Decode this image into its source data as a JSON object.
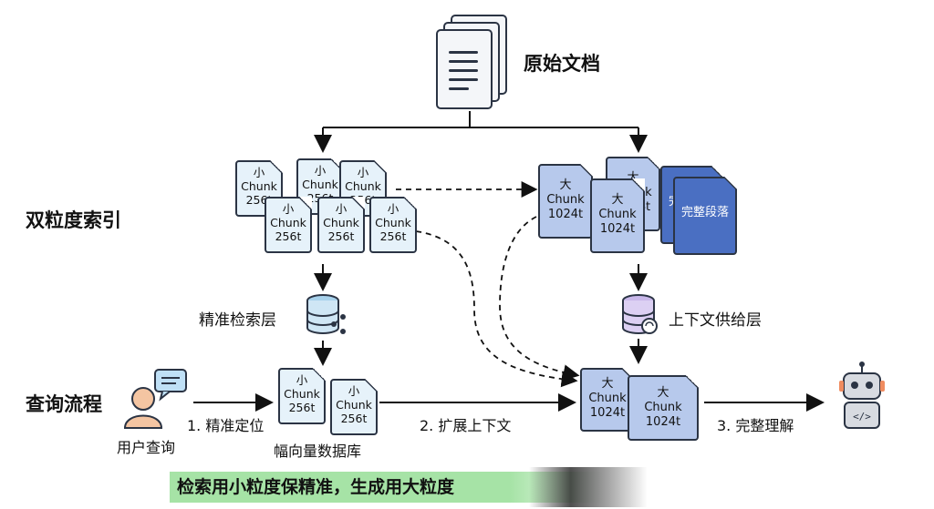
{
  "title_doc": "原始文档",
  "row_labels": {
    "dual_index": "双粒度索引",
    "query_flow": "查询流程"
  },
  "layers": {
    "precise": "精准检索层",
    "context": "上下文供给层"
  },
  "small_chunk": {
    "head": "小",
    "word": "Chunk",
    "size": "256t"
  },
  "large_chunk": {
    "head": "大",
    "word": "Chunk",
    "size": "1024t"
  },
  "paragraph": "完整段落",
  "steps": {
    "s1": "1. 精准定位",
    "s2": "2. 扩展上下文",
    "s3": "3. 完整理解"
  },
  "user_label": "用户查询",
  "vector_db": "幅向量数据库",
  "banner": "检索用小粒度保精准，生成用大粒度",
  "colors": {
    "small_chunk": "#e6f2fa",
    "large_chunk": "#b7c9ec",
    "paragraph": "#4a6fc2",
    "banner": "#a6e3a6"
  }
}
